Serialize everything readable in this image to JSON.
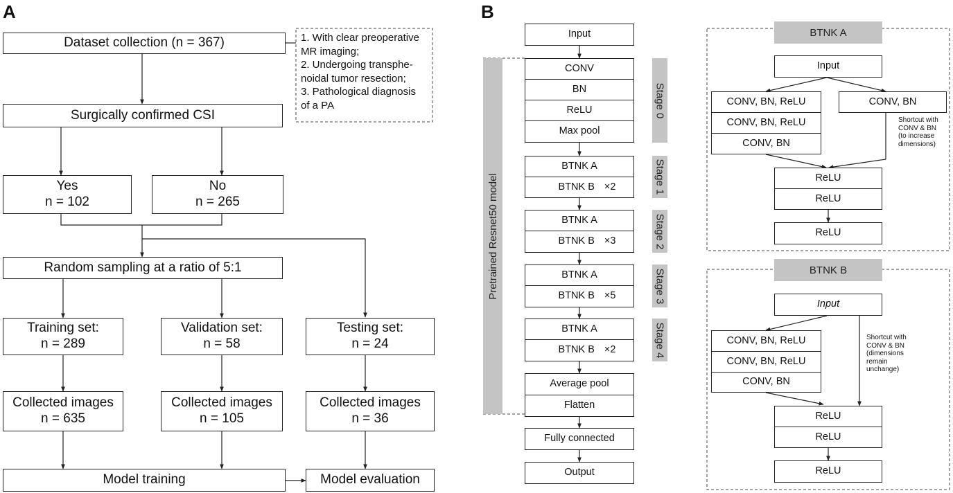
{
  "panel_a": {
    "letter": "A",
    "dataset": "Dataset collection (n = 367)",
    "criteria": [
      "1. With clear preoperative",
      "MR imaging;",
      "2. Undergoing transphe-",
      "noidal tumor resection;",
      "3. Pathological diagnosis",
      "of a PA"
    ],
    "csi": "Surgically confirmed CSI",
    "yes": [
      "Yes",
      "n = 102"
    ],
    "no": [
      "No",
      "n = 265"
    ],
    "sampling": "Random sampling at a ratio of 5:1",
    "training_set": [
      "Training set:",
      "n = 289"
    ],
    "validation_set": [
      "Validation set:",
      "n = 58"
    ],
    "testing_set": [
      "Testing set:",
      "n = 24"
    ],
    "train_images": [
      "Collected images",
      "n = 635"
    ],
    "val_images": [
      "Collected images",
      "n = 105"
    ],
    "test_images": [
      "Collected images",
      "n = 36"
    ],
    "model_training": "Model training",
    "model_evaluation": "Model evaluation"
  },
  "panel_b": {
    "letter": "B",
    "pretrained": "Pretrained Resnet50 model",
    "input": "Input",
    "stage0": [
      "CONV",
      "BN",
      "ReLU",
      "Max pool"
    ],
    "btnk_a": "BTNK A",
    "btnk_b": "BTNK B",
    "reps": [
      "×2",
      "×3",
      "×5",
      "×2"
    ],
    "stages": [
      "Stage 0",
      "Stage 1",
      "Stage 2",
      "Stage 3",
      "Stage 4"
    ],
    "average_pool": "Average pool",
    "flatten": "Flatten",
    "fully_connected": "Fully connected",
    "output": "Output",
    "btnk_a_detail": {
      "title": "BTNK A",
      "input": "Input",
      "branch": [
        "CONV, BN, ReLU",
        "CONV, BN, ReLU",
        "CONV, BN"
      ],
      "shortcut_block": "CONV, BN",
      "shortcut_note": [
        "Shortcut with",
        "CONV & BN",
        "(to increase",
        "dimensions)"
      ],
      "out": [
        "ReLU",
        "ReLU",
        "ReLU"
      ]
    },
    "btnk_b_detail": {
      "title": "BTNK B",
      "input": "Input",
      "branch": [
        "CONV, BN, ReLU",
        "CONV, BN, ReLU",
        "CONV, BN"
      ],
      "shortcut_note": [
        "Shortcut with",
        "CONV & BN",
        "(dimensions",
        "remain",
        "unchange)"
      ],
      "out": [
        "ReLU",
        "ReLU",
        "ReLU"
      ]
    }
  }
}
